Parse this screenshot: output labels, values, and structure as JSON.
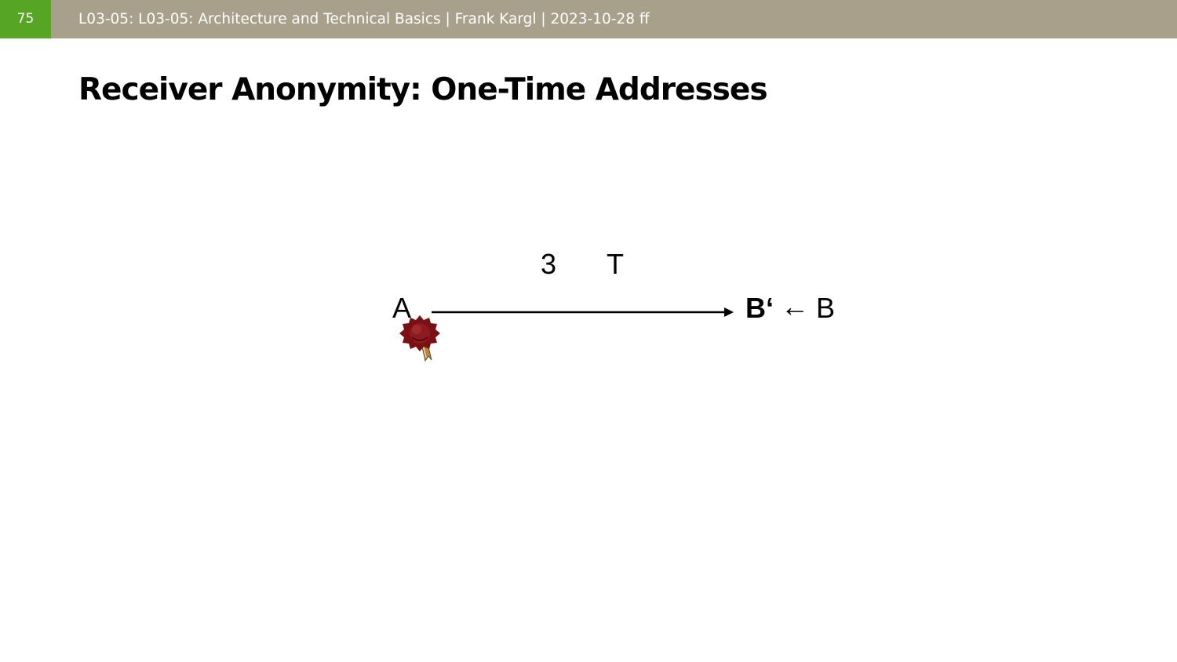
{
  "header": {
    "page_number": "75",
    "text": "L03-05: L03-05: Architecture and Technical Basics | Frank Kargl | 2023-10-28 ff",
    "bar_color": "#a8a08a",
    "page_number_color": "#57a524"
  },
  "slide": {
    "title": "Receiver Anonymity: One-Time Addresses"
  },
  "diagram": {
    "sender": "A",
    "message_labels": [
      "3",
      "T"
    ],
    "one_time_address": "B‘",
    "mapping_arrow": "←",
    "receiver": "B",
    "seal_icon": "wax-seal-icon",
    "arrow_icon": "arrow-right-icon",
    "seal_color": "#7a0f14"
  }
}
